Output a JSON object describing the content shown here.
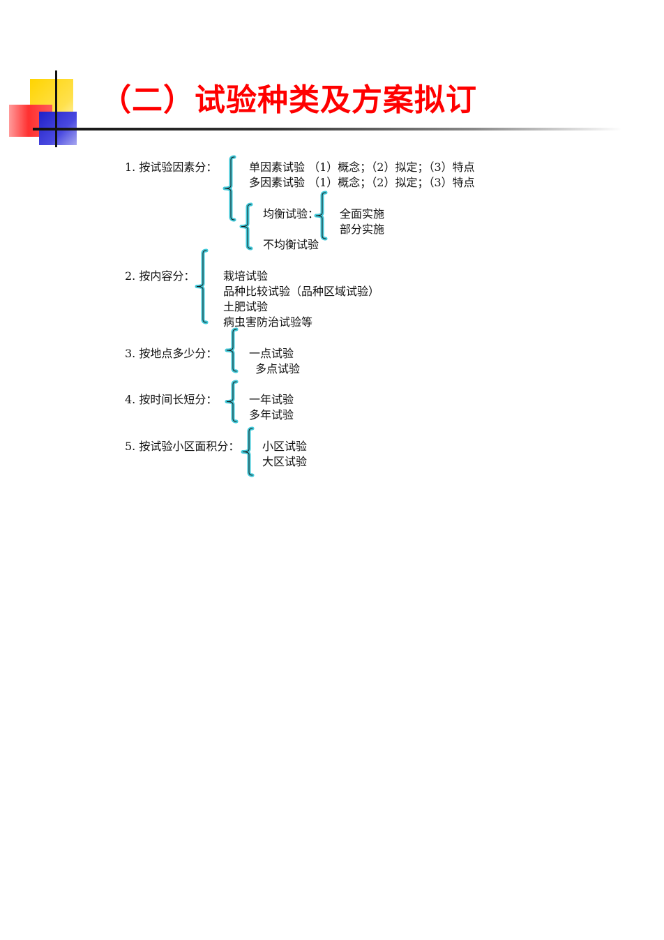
{
  "title": "（二）试验种类及方案拟订",
  "brace_color": "#40c8d8",
  "sections": {
    "s1": {
      "label": "1. 按试验因素分：",
      "items": [
        "单因素试验 （1）概念；（2）拟定；（3）特点",
        "多因素试验 （1）概念；（2）拟定；（3）特点"
      ],
      "sub": {
        "items": [
          "均衡试验：",
          "不均衡试验"
        ],
        "sub2": [
          "全面实施",
          "部分实施"
        ]
      }
    },
    "s2": {
      "label": "2. 按内容分：",
      "items": [
        "栽培试验",
        "品种比较试验（品种区域试验）",
        "土肥试验",
        "病虫害防治试验等"
      ]
    },
    "s3": {
      "label": "3. 按地点多少分：",
      "items": [
        "一点试验",
        "多点试验"
      ]
    },
    "s4": {
      "label": "4. 按时间长短分：",
      "items": [
        "一年试验",
        "多年试验"
      ]
    },
    "s5": {
      "label": "5. 按试验小区面积分：",
      "items": [
        "小区试验",
        "大区试验"
      ]
    }
  }
}
